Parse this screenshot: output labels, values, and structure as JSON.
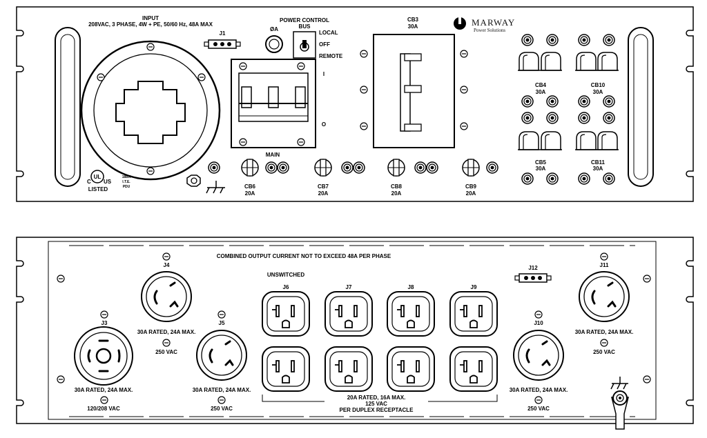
{
  "brand": {
    "name": "MARWAY",
    "tagline": "Power Solutions"
  },
  "front": {
    "input_title": "INPUT",
    "input_spec": "208VAC, 3 PHASE, 4W + PE, 50/60 Hz, 48A MAX",
    "j1": "J1",
    "power_control_bus": "POWER CONTROL",
    "bus": "BUS",
    "phase_a": "ØA",
    "switch_local": "LOCAL",
    "switch_off": "OFF",
    "switch_remote": "REMOTE",
    "main_on": "I",
    "main_off": "O",
    "main": "MAIN",
    "listed": "LISTED",
    "ul_c": "C",
    "ul_us": "US",
    "ul_detail": [
      "18BX",
      "I.T.E.",
      "PDU"
    ],
    "cb3": {
      "name": "CB3",
      "rating": "30A"
    },
    "cb_left": [
      {
        "name": "CB6",
        "rating": "20A"
      },
      {
        "name": "CB7",
        "rating": "20A"
      },
      {
        "name": "CB8",
        "rating": "20A"
      },
      {
        "name": "CB9",
        "rating": "20A"
      }
    ],
    "cb_right": [
      {
        "name": "CB4",
        "rating": "30A"
      },
      {
        "name": "CB10",
        "rating": "30A"
      },
      {
        "name": "CB5",
        "rating": "30A"
      },
      {
        "name": "CB11",
        "rating": "30A"
      }
    ]
  },
  "rear": {
    "header": "COMBINED OUTPUT CURRENT NOT TO EXCEED 48A PER PHASE",
    "unswitched": "UNSWITCHED",
    "j12": "J12",
    "twistlocks": [
      {
        "id": "J3",
        "rating": "30A RATED, 24A MAX.",
        "voltage": "120/208 VAC"
      },
      {
        "id": "J4",
        "rating": "30A RATED, 24A MAX.",
        "voltage": "250 VAC"
      },
      {
        "id": "J5",
        "rating": "30A RATED, 24A MAX.",
        "voltage": "250 VAC"
      },
      {
        "id": "J10",
        "rating": "30A RATED, 24A MAX.",
        "voltage": "250 VAC"
      },
      {
        "id": "J11",
        "rating": "30A RATED, 24A MAX.",
        "voltage": "250 VAC"
      }
    ],
    "duplex": [
      "J6",
      "J7",
      "J8",
      "J9"
    ],
    "duplex_rating": "20A RATED, 16A MAX.",
    "duplex_voltage": "125 VAC",
    "duplex_note": "PER DUPLEX RECEPTACLE"
  }
}
